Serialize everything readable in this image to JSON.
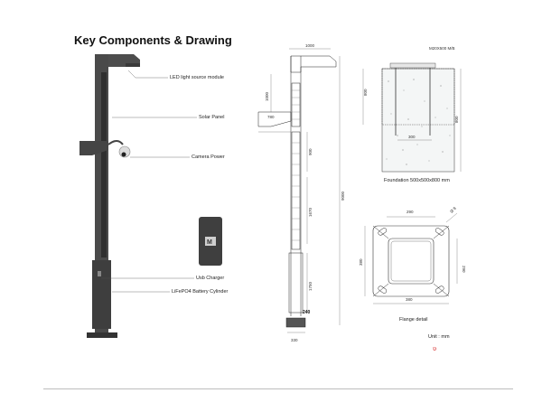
{
  "header": {
    "title": "Key Components & Drawing"
  },
  "callouts": {
    "led": "LED light source module",
    "solar": "Solar Panel",
    "camera": "Camera Power",
    "usb": "Usb Charger",
    "battery": "LiFePO4 Battery Cylinder"
  },
  "elevation": {
    "top_width": "1000",
    "arm_drop": "1000",
    "arm_width": "780",
    "panel_upper": "900",
    "panel_lower": "1670",
    "base_height": "1750",
    "total_height": "9000",
    "base_width_a": "240",
    "base_width_b": "330"
  },
  "foundation": {
    "bolt": "M20X500 M/B",
    "depth": "800",
    "depth2": "800",
    "width": "300",
    "caption": "Foundation 500x500x800 mm"
  },
  "flange": {
    "top": "290",
    "hole": "Ø 8",
    "left": "380",
    "right": "290",
    "bottom": "380",
    "caption": "Flange detail"
  },
  "footer": {
    "unit": "Unit : mm",
    "mark": "ʋ"
  },
  "colors": {
    "pole": "#4a4a4a",
    "pole_dark": "#3a3a3a",
    "mark": "#d62828"
  }
}
